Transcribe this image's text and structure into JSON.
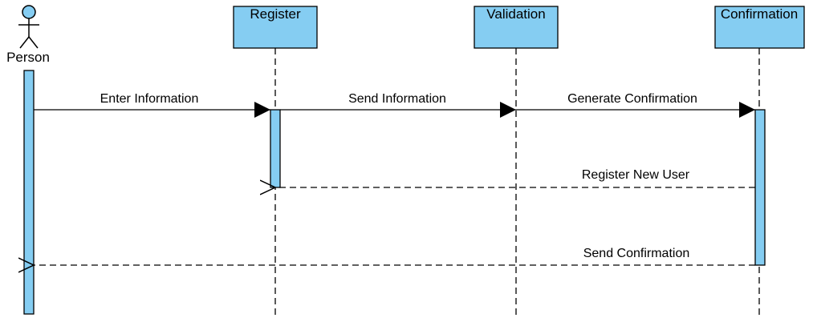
{
  "colors": {
    "fill": "#85cdf2",
    "stroke": "#000000",
    "background": "#ffffff"
  },
  "actor": {
    "name": "Person",
    "icon": "stick-figure-icon"
  },
  "participants": [
    {
      "id": "register",
      "name": "Register"
    },
    {
      "id": "validation",
      "name": "Validation"
    },
    {
      "id": "confirmation",
      "name": "Confirmation"
    }
  ],
  "messages": [
    {
      "id": "enter-information",
      "label": "Enter Information",
      "from": "Person",
      "to": "Register",
      "style": "solid"
    },
    {
      "id": "send-information",
      "label": "Send Information",
      "from": "Register",
      "to": "Validation",
      "style": "solid"
    },
    {
      "id": "generate-confirmation",
      "label": "Generate Confirmation",
      "from": "Validation",
      "to": "Confirmation",
      "style": "solid"
    },
    {
      "id": "register-new-user",
      "label": "Register New User",
      "from": "Confirmation",
      "to": "Register",
      "style": "dashed-return"
    },
    {
      "id": "send-confirmation",
      "label": "Send Confirmation",
      "from": "Confirmation",
      "to": "Person",
      "style": "dashed-return"
    }
  ]
}
